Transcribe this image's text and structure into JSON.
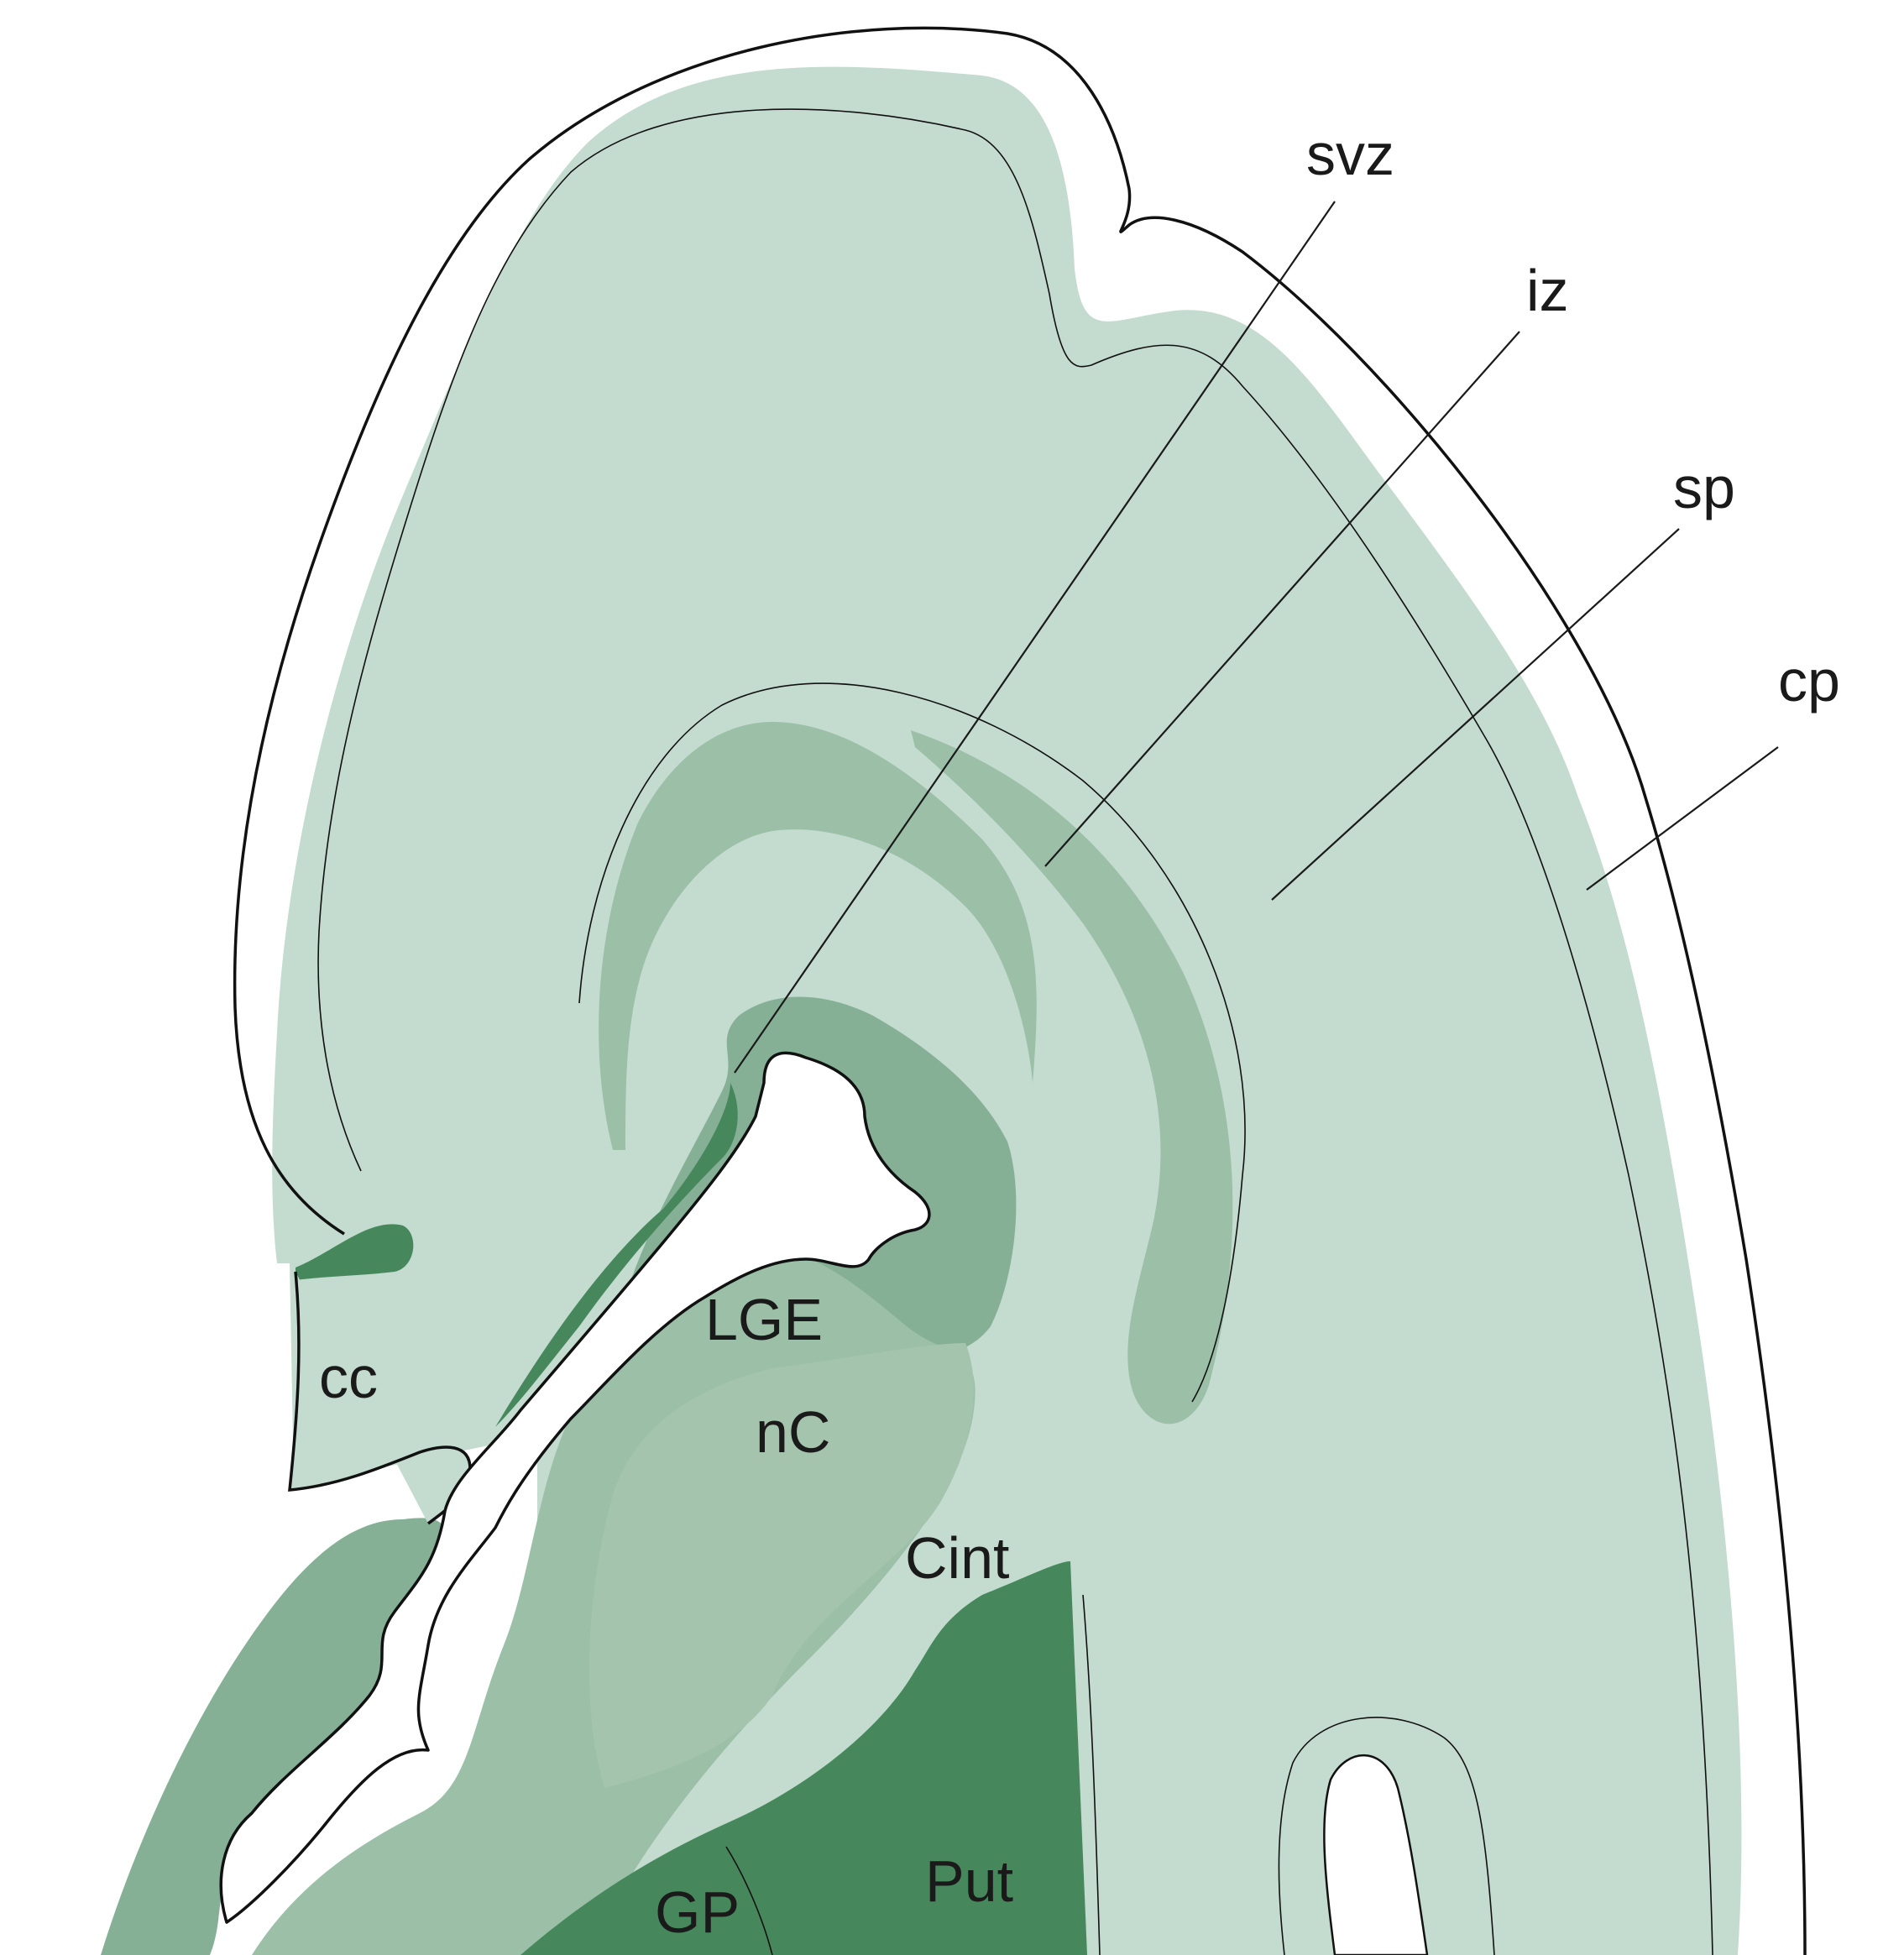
{
  "colors": {
    "background": "#ffffff",
    "cortex_light": "#c4dbcf",
    "zone_mid": "#9bbfa7",
    "ganglionic_mid": "#86b096",
    "nucleus": "#a4c4ad",
    "striatum_dark": "#46885c",
    "outline": "#111111"
  },
  "labels": {
    "svz": "svz",
    "iz": "iz",
    "sp": "sp",
    "cp": "cp",
    "lge": "LGE",
    "nc": "nC",
    "cc": "cc",
    "cint": "Cint",
    "put": "Put",
    "gp": "GP"
  }
}
